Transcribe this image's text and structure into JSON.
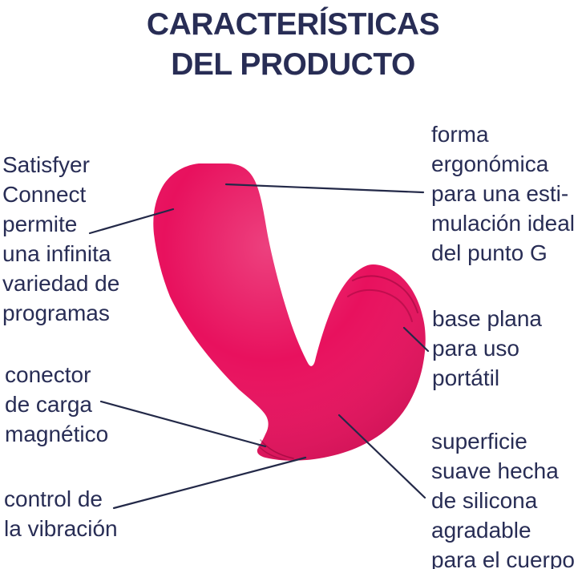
{
  "title": "CARACTERÍSTICAS\nDEL PRODUCTO",
  "colors": {
    "product_pink": "#E8115E",
    "text_navy": "#282D55",
    "line_navy": "#232948",
    "background": "#FFFFFF"
  },
  "callouts": [
    {
      "id": "app-programs",
      "side": "left",
      "label": "Satisfyer\nConnect\npermite\nuna infinita\nvariedad de\nprogramas"
    },
    {
      "id": "magnetic-charging",
      "side": "left",
      "label": "conector\nde carga\nmagnético"
    },
    {
      "id": "vibration-control",
      "side": "left",
      "label": "control de\nla vibración"
    },
    {
      "id": "ergonomic-shape",
      "side": "right",
      "label": "forma\nergonómica\npara una esti-\nmulación ideal\ndel punto G"
    },
    {
      "id": "flat-base",
      "side": "right",
      "label": "base plana\npara uso\nportátil"
    },
    {
      "id": "soft-silicone",
      "side": "right",
      "label": "superficie\nsuave hecha\nde silicona\nagradable\npara el cuerpo"
    }
  ]
}
